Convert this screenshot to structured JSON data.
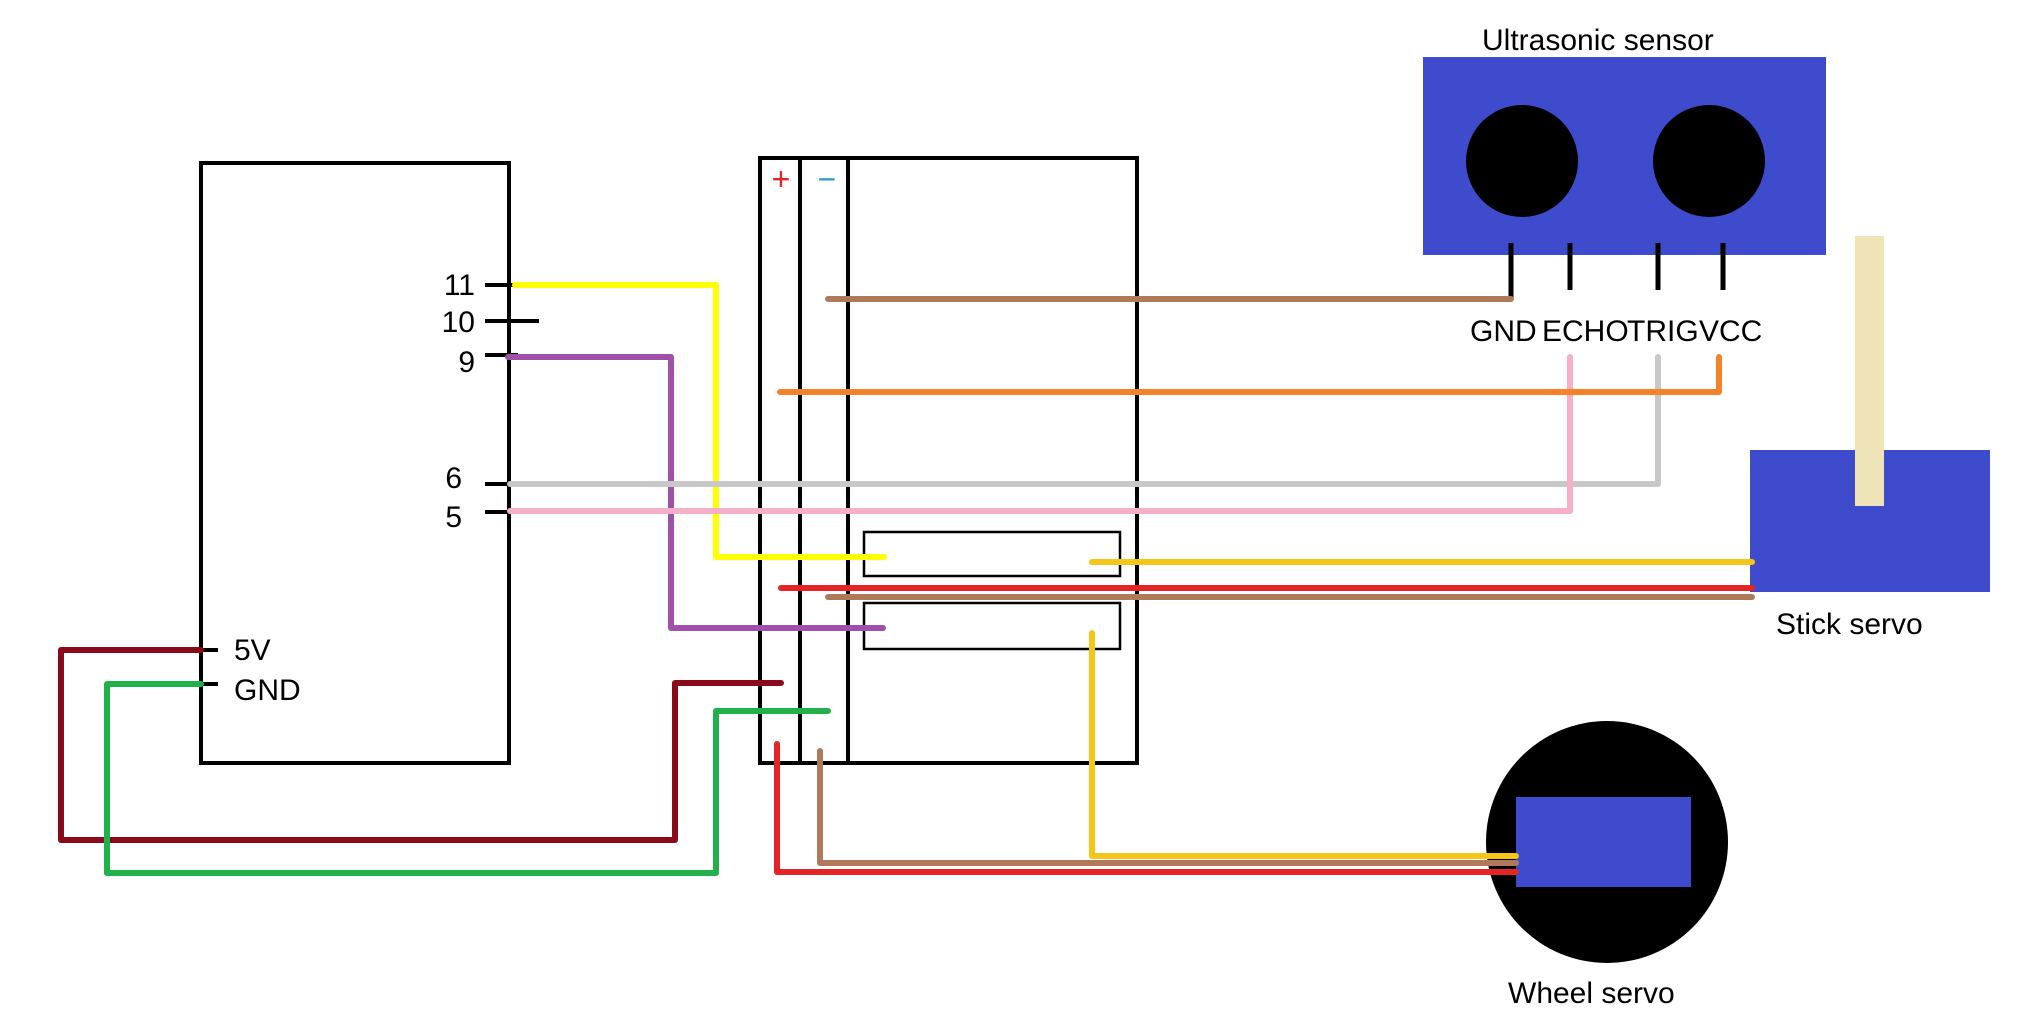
{
  "arduino": {
    "pins": {
      "p11": "11",
      "p10": "10",
      "p9": "9",
      "p6": "6",
      "p5": "5",
      "v5": "5V",
      "gnd": "GND"
    }
  },
  "breadboard": {
    "plus": "+",
    "minus": "−"
  },
  "ultrasonic": {
    "title": "Ultrasonic sensor",
    "pin_gnd": "GND",
    "pin_echo": "ECHO",
    "pin_trig": "TRIG",
    "pin_vcc": "VCC"
  },
  "stick_servo": {
    "label": "Stick servo"
  },
  "wheel_servo": {
    "label": "Wheel servo"
  },
  "colors": {
    "sensor_blue": "#3d4bcc",
    "yellow": "#ffff00",
    "purple": "#a050a8",
    "gray": "#c8c8c8",
    "pink": "#f5b0c8",
    "orange": "#f5822a",
    "brown": "#b07a5a",
    "red": "#e52525",
    "dark_red": "#8b0a1a",
    "green": "#22b04a",
    "gold": "#f5c518",
    "tan": "#efe4b8"
  }
}
